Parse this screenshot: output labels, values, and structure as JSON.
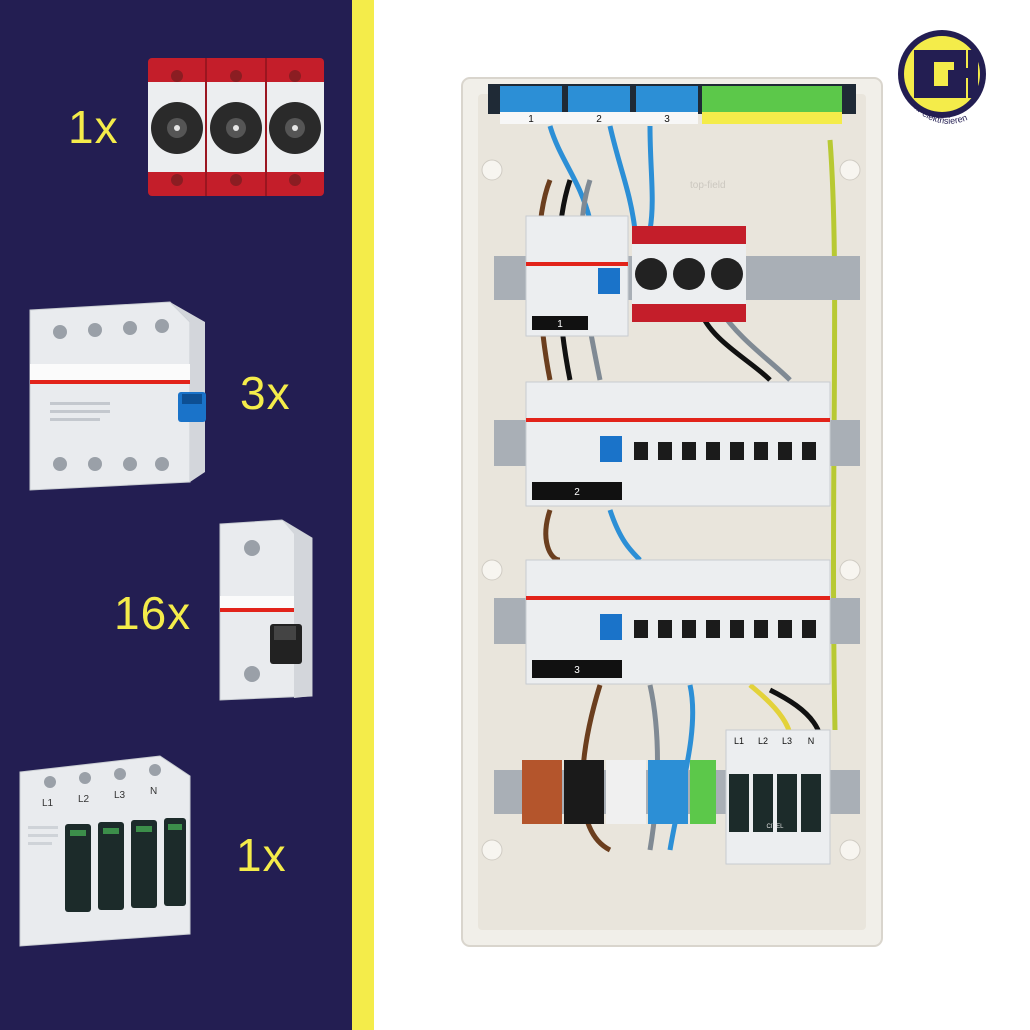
{
  "products": [
    {
      "quantity": "1x",
      "icon": "fuse-switch-3pole-icon"
    },
    {
      "quantity": "3x",
      "icon": "rcd-4pole-icon"
    },
    {
      "quantity": "16x",
      "icon": "mcb-1pole-icon"
    },
    {
      "quantity": "1x",
      "icon": "surge-protector-icon"
    }
  ],
  "logo": {
    "letters": "GH",
    "tagline": "... wir elektrisieren"
  },
  "cabinet": {
    "busbar_numbers": [
      "1",
      "2",
      "3"
    ],
    "row_labels": [
      "1",
      "2",
      "3"
    ],
    "spd_phases": [
      "L1",
      "L2",
      "L3",
      "N"
    ],
    "spd_brand": "CITEL",
    "top_label": "top-field"
  },
  "colors": {
    "navy": "#231e52",
    "yellow": "#f4ec4a",
    "abb_red": "#e2231a",
    "busbar_blue": "#2c8fd6",
    "busbar_green": "#5cc84a"
  }
}
